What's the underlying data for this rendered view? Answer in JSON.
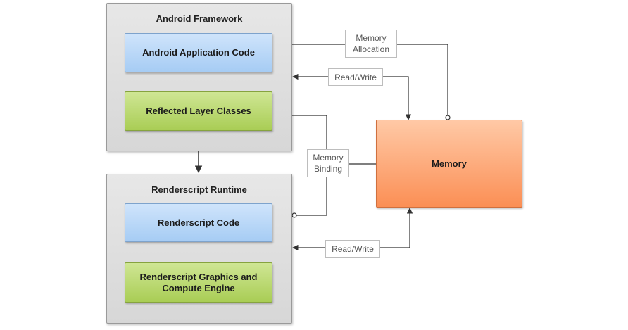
{
  "android_framework": {
    "title": "Android Framework",
    "app_code": "Android Application Code",
    "reflected": "Reflected Layer Classes"
  },
  "renderscript_runtime": {
    "title": "Renderscript Runtime",
    "code": "Renderscript Code",
    "engine": "Renderscript Graphics and\nCompute Engine"
  },
  "memory": "Memory",
  "labels": {
    "memory_allocation": "Memory\nAllocation",
    "read_write_top": "Read/Write",
    "memory_binding": "Memory\nBinding",
    "read_write_bottom": "Read/Write"
  },
  "colors": {
    "blue_box": "#a6ccf4",
    "green_box": "#a9cd55",
    "memory_box": "#fb8f55",
    "container": "#d7d7d7"
  }
}
